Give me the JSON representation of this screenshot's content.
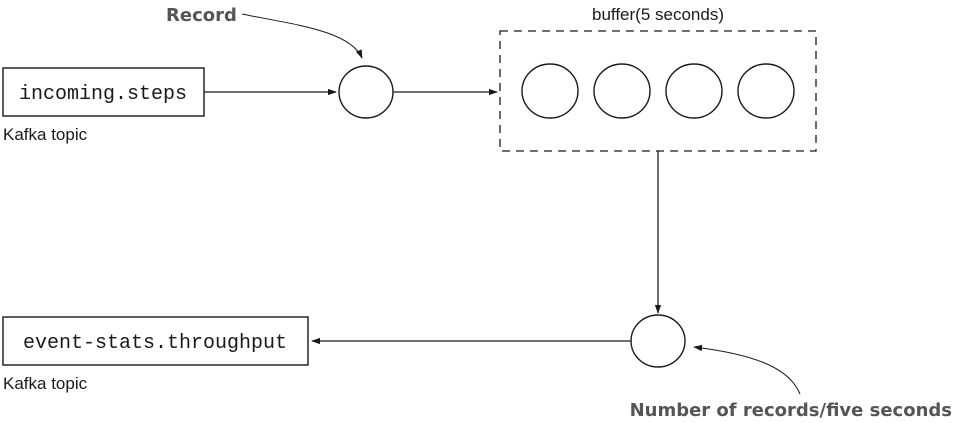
{
  "source_topic": {
    "name": "incoming.steps",
    "type_label": "Kafka topic"
  },
  "record_label": "Record",
  "buffer": {
    "label": "buffer(5 seconds)",
    "record_count": 4
  },
  "output_topic": {
    "name": "event-stats.throughput",
    "type_label": "Kafka topic"
  },
  "result_label": "Number of records/five seconds"
}
